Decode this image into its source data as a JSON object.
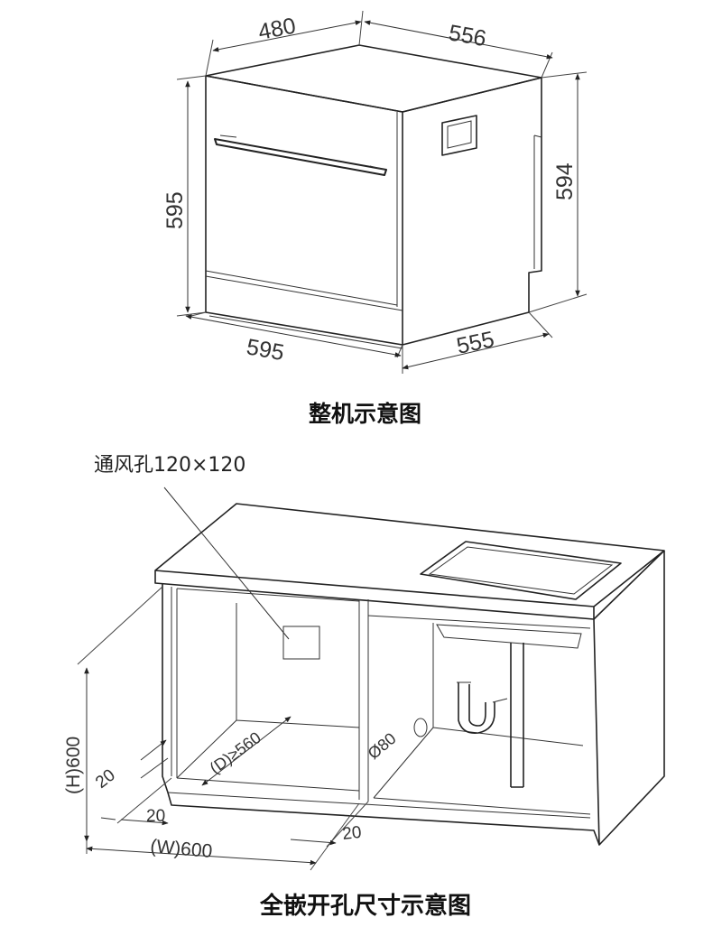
{
  "top_diagram": {
    "caption": "整机示意图",
    "dims": {
      "top_width": "480",
      "top_depth": "556",
      "left_height": "595",
      "right_height": "594",
      "bottom_width": "595",
      "bottom_depth": "555"
    }
  },
  "bottom_diagram": {
    "caption": "全嵌开孔尺寸示意图",
    "vent_label": "通风孔120×120",
    "dims": {
      "height": "(H)600",
      "width": "(W)600",
      "depth": "(D)≥560",
      "pipe": "Ø80",
      "gap_left_top": "20",
      "gap_left_bottom": "20",
      "gap_right": "20"
    }
  }
}
